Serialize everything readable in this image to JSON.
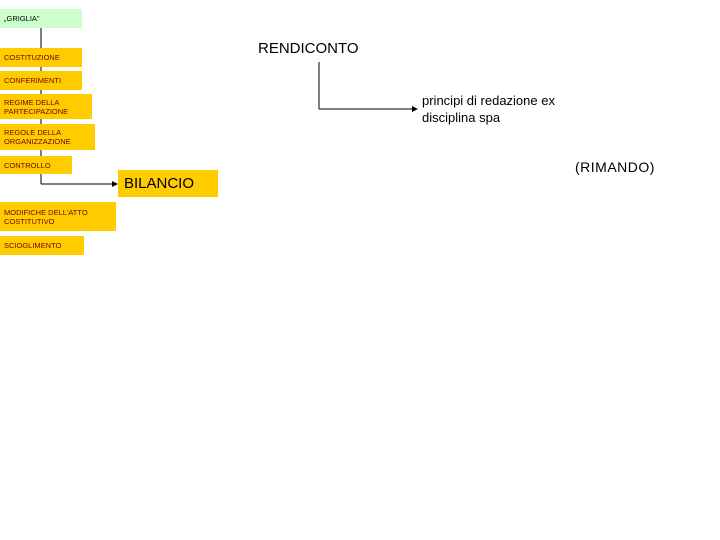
{
  "title_box": {
    "label": "„GRIGLIA”",
    "color": "#ccffcc"
  },
  "grid_items": [
    {
      "label": "COSTITUZIONE"
    },
    {
      "label": "CONFERIMENTI"
    },
    {
      "label": "REGIME DELLA PARTECIPAZIONE"
    },
    {
      "label": "REGOLE DELLA ORGANIZZAZIONE"
    },
    {
      "label": "CONTROLLO"
    },
    {
      "label": "MODIFICHE DELL'ATTO COSTITUTIVO"
    },
    {
      "label": "SCIOGLIMENTO"
    }
  ],
  "bilancio": {
    "label": "BILANCIO"
  },
  "rendiconto": {
    "label": "RENDICONTO"
  },
  "principi": {
    "label": "principi di redazione ex disciplina spa"
  },
  "rimando": {
    "label": "(RIMANDO)"
  },
  "colors": {
    "box_fill": "#ffcc00",
    "title_fill": "#ccffcc",
    "box_text": "#7a0000",
    "line": "#000000"
  }
}
